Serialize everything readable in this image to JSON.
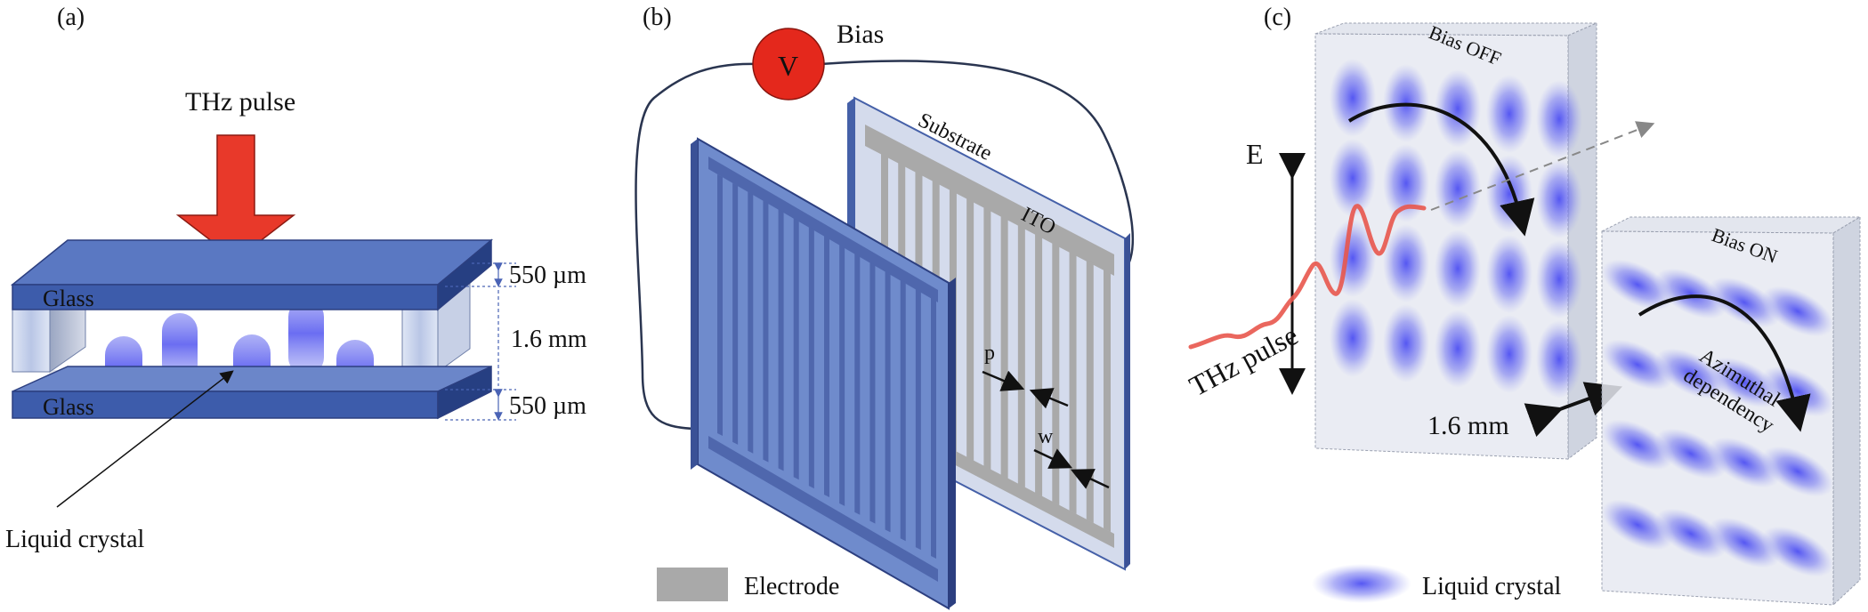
{
  "panel_a": {
    "tag": "(a)",
    "pulse_label": "THz pulse",
    "glass_top": "Glass",
    "glass_bottom": "Glass",
    "dim_top": "550 µm",
    "dim_mid": "1.6 mm",
    "dim_bottom": "550 µm",
    "lc_label": "Liquid crystal"
  },
  "panel_b": {
    "tag": "(b)",
    "bias_label": "Bias",
    "voltmeter_symbol": "V",
    "substrate_label": "Substrate",
    "ito_label": "ITO",
    "pitch_label": "p",
    "width_label": "w",
    "legend_electrode": "Electrode"
  },
  "panel_c": {
    "tag": "(c)",
    "bias_off": "Bias OFF",
    "bias_on": "Bias ON",
    "field_label": "E",
    "pulse_label": "THz pulse",
    "gap_label": "1.6 mm",
    "azimuthal_line1": "Azimuthal",
    "azimuthal_line2": "dependency",
    "legend_lc": "Liquid crystal"
  },
  "colors": {
    "glass_dark": "#3c5aa8",
    "glass_mid": "#5a78c2",
    "lc_blue": "#5b5cf0",
    "arrow_red": "#e8392a",
    "electrode_gray": "#a9a9a9",
    "voltmeter_red": "#e4281c",
    "wave_red": "#e8574c"
  }
}
